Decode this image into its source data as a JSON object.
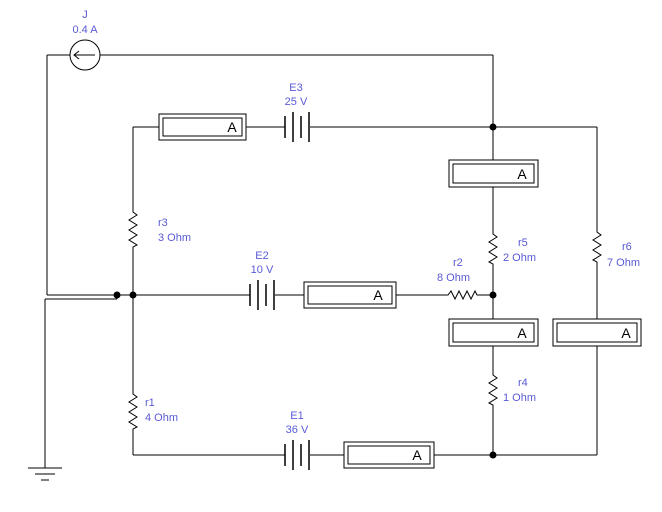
{
  "components": {
    "J": {
      "name": "J",
      "value": "0.4 A"
    },
    "E3": {
      "name": "E3",
      "value": "25 V"
    },
    "E2": {
      "name": "E2",
      "value": "10 V"
    },
    "E1": {
      "name": "E1",
      "value": "36 V"
    },
    "r1": {
      "name": "r1",
      "value": "4  Ohm"
    },
    "r2": {
      "name": "r2",
      "value": "8  Ohm"
    },
    "r3": {
      "name": "r3",
      "value": "3  Ohm"
    },
    "r4": {
      "name": "r4",
      "value": "1  Ohm"
    },
    "r5": {
      "name": "r5",
      "value": "2  Ohm"
    },
    "r6": {
      "name": "r6",
      "value": "7  Ohm"
    }
  },
  "ammeter_label": "A"
}
